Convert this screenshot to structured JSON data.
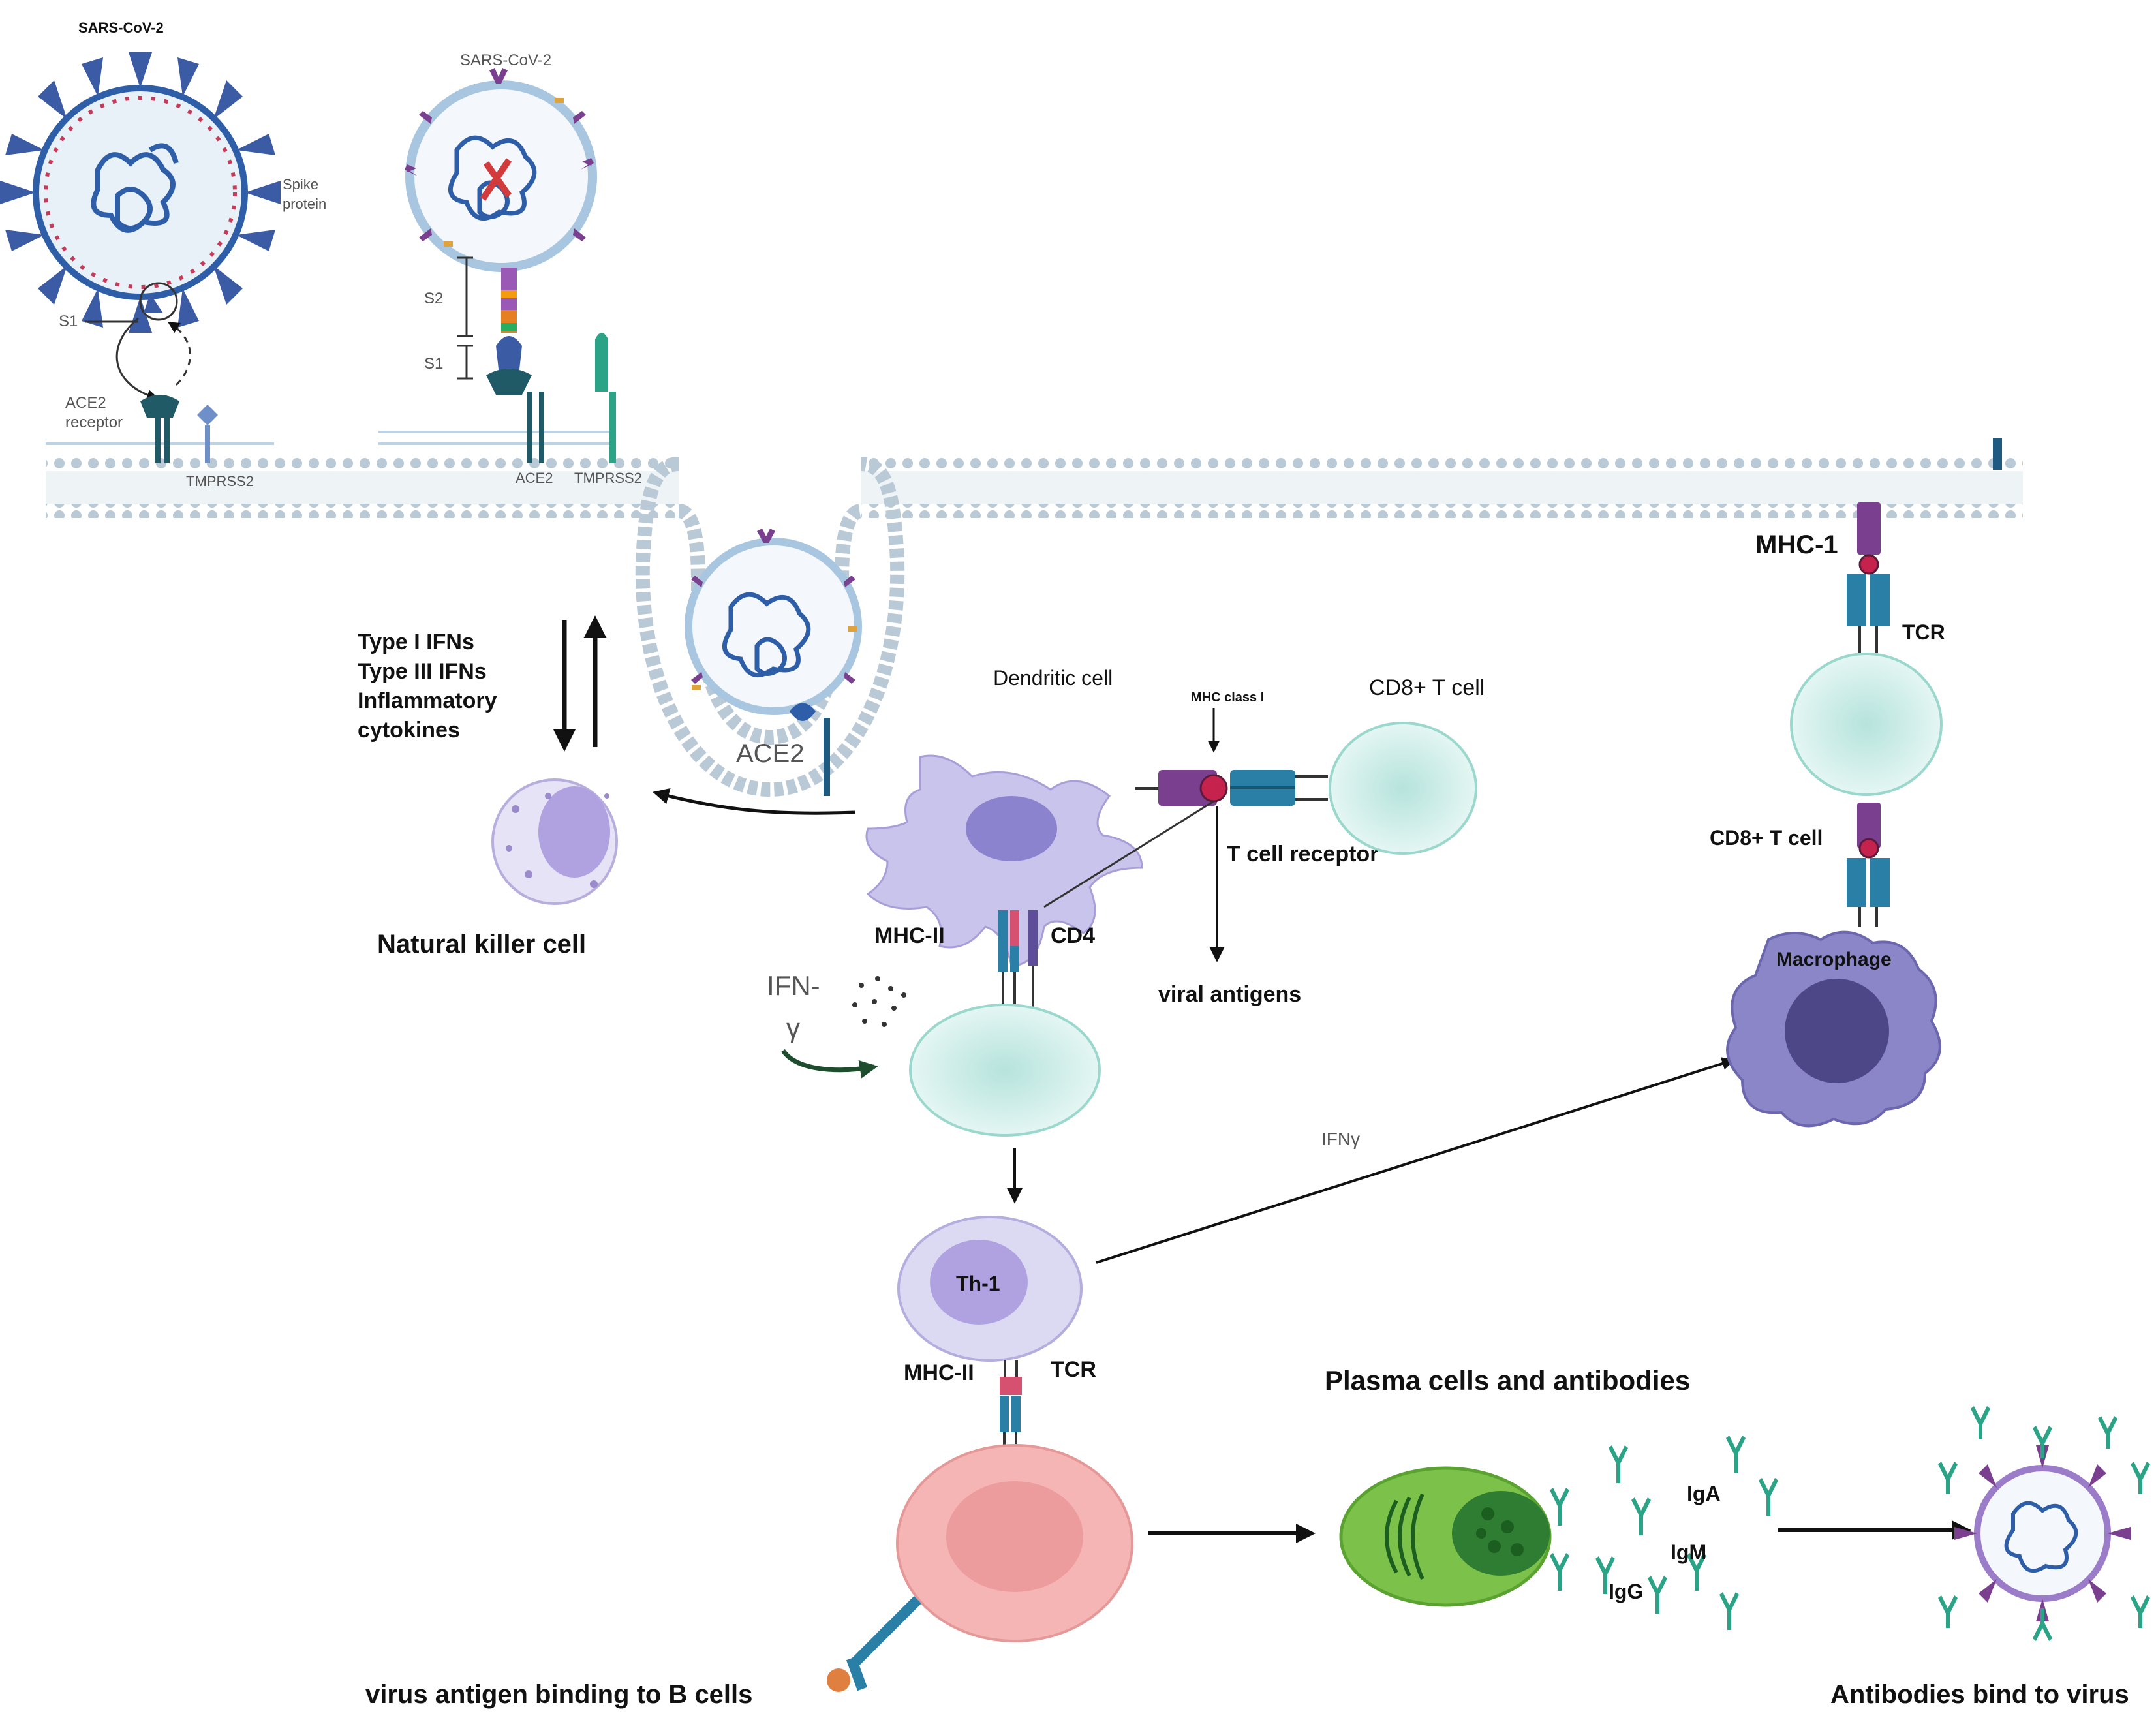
{
  "virus_left": {
    "title": "SARS-CoV-2",
    "spike_label_1": "Spike",
    "spike_label_2": "protein",
    "s1": "S1",
    "ace2_1": "ACE2",
    "ace2_2": "receptor",
    "tmprss2": "TMPRSS2"
  },
  "virus_middle": {
    "title": "SARS-CoV-2",
    "s2": "S2",
    "s1": "S1",
    "ace2": "ACE2",
    "tmprss2": "TMPRSS2"
  },
  "endosome": {
    "ace2": "ACE2"
  },
  "ifn_list": [
    "Type I IFNs",
    "Type III IFNs",
    "Inflammatory",
    "cytokines"
  ],
  "nk": {
    "label": "Natural killer cell"
  },
  "dendritic": {
    "label": "Dendritic cell",
    "mhc2": "MHC-II",
    "cd4": "CD4"
  },
  "mhc_class1": {
    "label": "MHC class I",
    "t_cell_receptor": "T cell receptor",
    "viral_antigens": "viral antigens",
    "cd8": "CD8+ T cell"
  },
  "ifn_gamma": {
    "line1": "IFN-",
    "line2": "γ"
  },
  "right": {
    "mhc1": "MHC-1",
    "tcr": "TCR",
    "cd8": "CD8+ T cell",
    "macrophage": "Macrophage",
    "ifn_gamma": "IFNγ"
  },
  "th1": {
    "label": "Th-1",
    "mhc2": "MHC-II",
    "tcr": "TCR"
  },
  "bcell": {
    "label": "virus antigen binding to B cells"
  },
  "plasma": {
    "title": "Plasma cells and antibodies",
    "iga": "IgA",
    "igm": "IgM",
    "igg": "IgG"
  },
  "final": {
    "label": "Antibodies bind to virus"
  },
  "colors": {
    "membrane": "#9fb3c2",
    "virus": "#2f5ea8",
    "spike": "#3b5ba5",
    "receptor": "#1f5a66",
    "mhc": "#7a3f8e",
    "tcr": "#2a7fa6",
    "tcell": "#cfeee9",
    "dendritic": "#c9c4ec",
    "plasma": "#7cc24a",
    "bcell": "#f6b5b5",
    "antibody": "#2aa386"
  }
}
